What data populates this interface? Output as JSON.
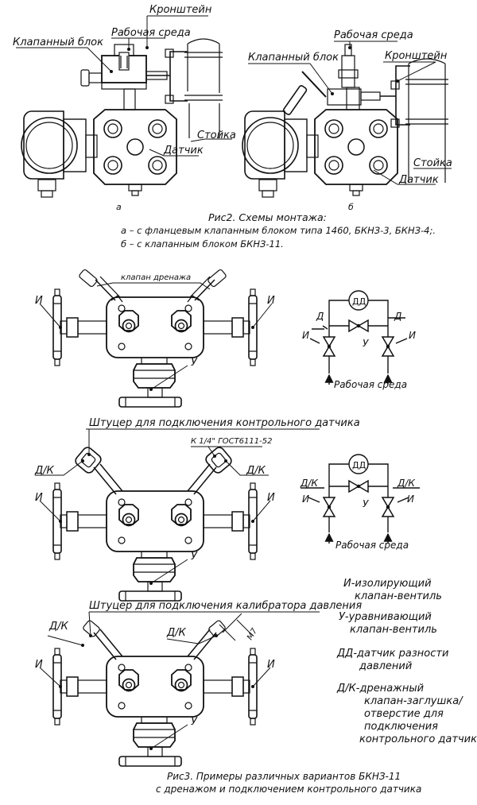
{
  "fig2": {
    "labels": {
      "bracket": "Кронштейн",
      "medium": "Рабочая среда",
      "valve_block": "Клапанный блок",
      "post": "Стойка",
      "sensor": "Датчик"
    },
    "sub_a": "а",
    "sub_b": "б",
    "caption_title": "Рис2. Схемы монтажа:",
    "caption_a": "а – с фланцевым клапанным блоком типа 1460, БКНЗ-3, БКНЗ-4;.",
    "caption_b": "б – с клапанным блоком БКНЗ-11."
  },
  "fig3": {
    "drain_valve": "клапан дренажа",
    "fitting_control": "Штуцер  для подключения контрольного датчика",
    "fitting_calibrator": "Штуцер  для подключения калибратора давления",
    "thread_k": "К 1/4\" ГОСТ6111-52",
    "thread_m": "М7",
    "letter_i": "И",
    "letter_u": "У",
    "letter_dk": "Д/К",
    "letter_d": "Д",
    "dd": "ДД",
    "medium": "Рабочая среда",
    "caption_l1": "Рис3. Примеры различных вариантов БКНЗ-11",
    "caption_l2": "с дренажом и подключением контрольного датчика"
  },
  "legend": {
    "i_1": "И-изолирующий",
    "i_2": "клапан-вентиль",
    "u_1": "У-уравнивающий",
    "u_2": "клапан-вентиль",
    "dd_1": "ДД-датчик разности",
    "dd_2": "давлений",
    "dk_1": "Д/К-дренажный",
    "dk_2": "клапан-заглушка/",
    "dk_3": "отверстие для",
    "dk_4": "подключения",
    "dk_5": "контрольного датчика"
  }
}
